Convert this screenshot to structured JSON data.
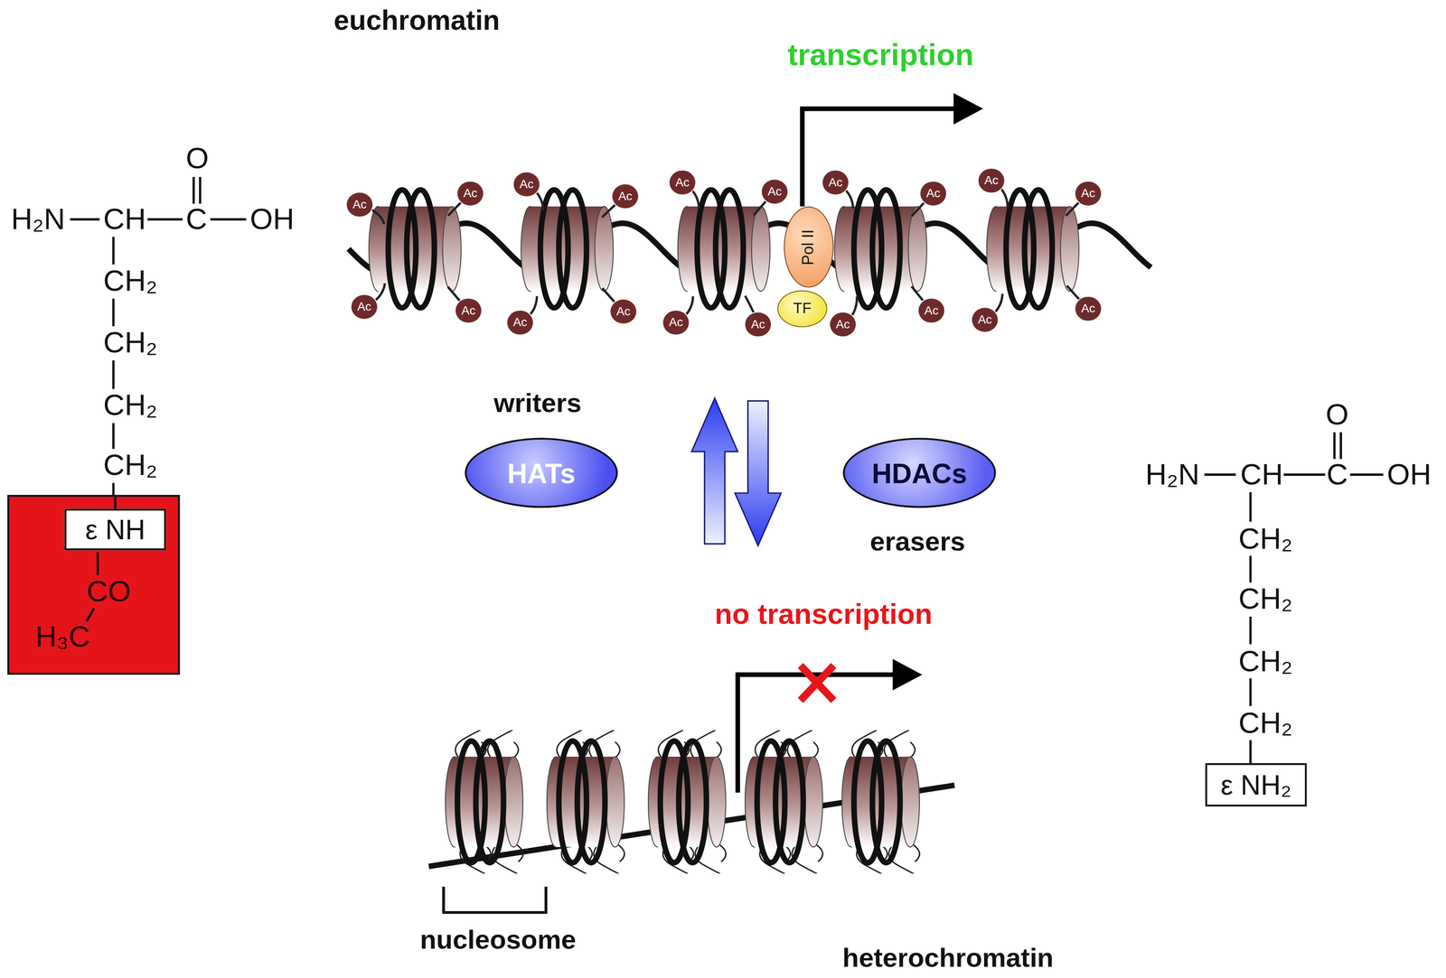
{
  "diagram": {
    "nodes": [
      {
        "text": [
          "CO",
          "H₃C"
        ]
      },
      {
        "text": [
          "ε NH"
        ],
        "in": 0
      },
      {
        "text": [
          "Ac"
        ]
      },
      {
        "text": [
          "Ac"
        ]
      },
      {
        "text": [
          "Ac"
        ]
      },
      {
        "text": [
          "Ac"
        ]
      },
      {
        "text": [
          "Ac"
        ]
      },
      {
        "text": [
          "Ac"
        ]
      },
      {
        "text": [
          "Ac"
        ]
      },
      {
        "text": [
          "Ac"
        ]
      },
      {
        "text": [
          "Ac"
        ]
      },
      {
        "text": [
          "Ac"
        ]
      },
      {
        "text": [
          "Ac"
        ]
      },
      {
        "text": [
          "Ac"
        ]
      },
      {
        "text": [
          "Ac"
        ]
      },
      {
        "text": [
          "Ac"
        ]
      },
      {
        "text": [
          "Ac"
        ]
      },
      {
        "text": [
          "Ac"
        ]
      },
      {
        "text": [
          "Ac"
        ]
      },
      {
        "text": [
          "Ac"
        ]
      },
      {
        "text": [
          "Ac"
        ]
      },
      {
        "text": [
          "Ac"
        ]
      },
      {
        "text": [
          "Pol II"
        ]
      },
      {
        "text": [
          "TF"
        ]
      },
      {
        "text": [
          "HATs"
        ]
      },
      {
        "text": [
          "HDACs"
        ]
      },
      {
        "text": [
          "ε NH₂"
        ]
      }
    ],
    "labels": [
      "euchromatin",
      "transcription",
      "H₂N",
      "CH",
      "C",
      "OH",
      "O",
      "CH₂",
      "CH₂",
      "CH₂",
      "CH₂",
      "writers",
      "erasers",
      "no transcription",
      "nucleosome",
      "heterochromatin",
      "H₂N",
      "CH",
      "C",
      "OH",
      "O",
      "CH₂",
      "CH₂",
      "CH₂",
      "CH₂"
    ]
  }
}
